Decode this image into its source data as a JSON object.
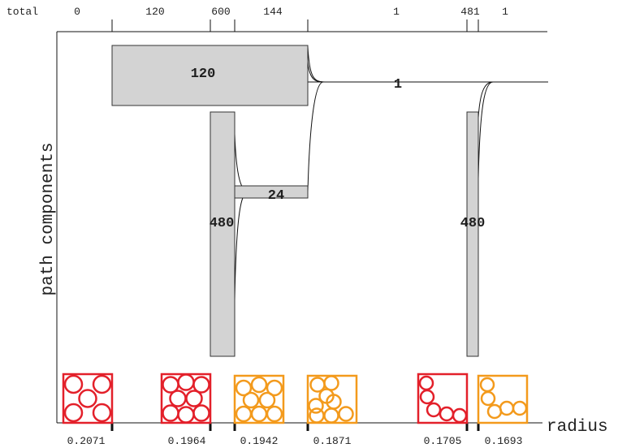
{
  "top_row": {
    "label": "total",
    "counts": [
      "0",
      "120",
      "600",
      "144",
      "1",
      "481",
      "1"
    ]
  },
  "axes": {
    "x_title": "radius",
    "y_title": "path components",
    "ticks": [
      "0.2071",
      "0.1964",
      "0.1942",
      "0.1871",
      "0.1705",
      "0.1693"
    ]
  },
  "components": [
    {
      "label": "120",
      "count": 120
    },
    {
      "label": "1",
      "count": 1
    },
    {
      "label": "480",
      "count": 480
    },
    {
      "label": "24",
      "count": 24
    },
    {
      "label": "480",
      "count": 480
    }
  ],
  "packings": [
    {
      "radius": "0.2071",
      "color": "#e3202a"
    },
    {
      "radius": "0.1964",
      "color": "#e3202a"
    },
    {
      "radius": "0.1942",
      "color": "#f39a1c"
    },
    {
      "radius": "0.1871",
      "color": "#f39a1c"
    },
    {
      "radius": "0.1705",
      "color": "#e3202a"
    },
    {
      "radius": "0.1693",
      "color": "#f39a1c"
    }
  ],
  "colors": {
    "bar_fill": "#d3d3d3",
    "bar_stroke": "#333333",
    "axis": "#111111"
  }
}
